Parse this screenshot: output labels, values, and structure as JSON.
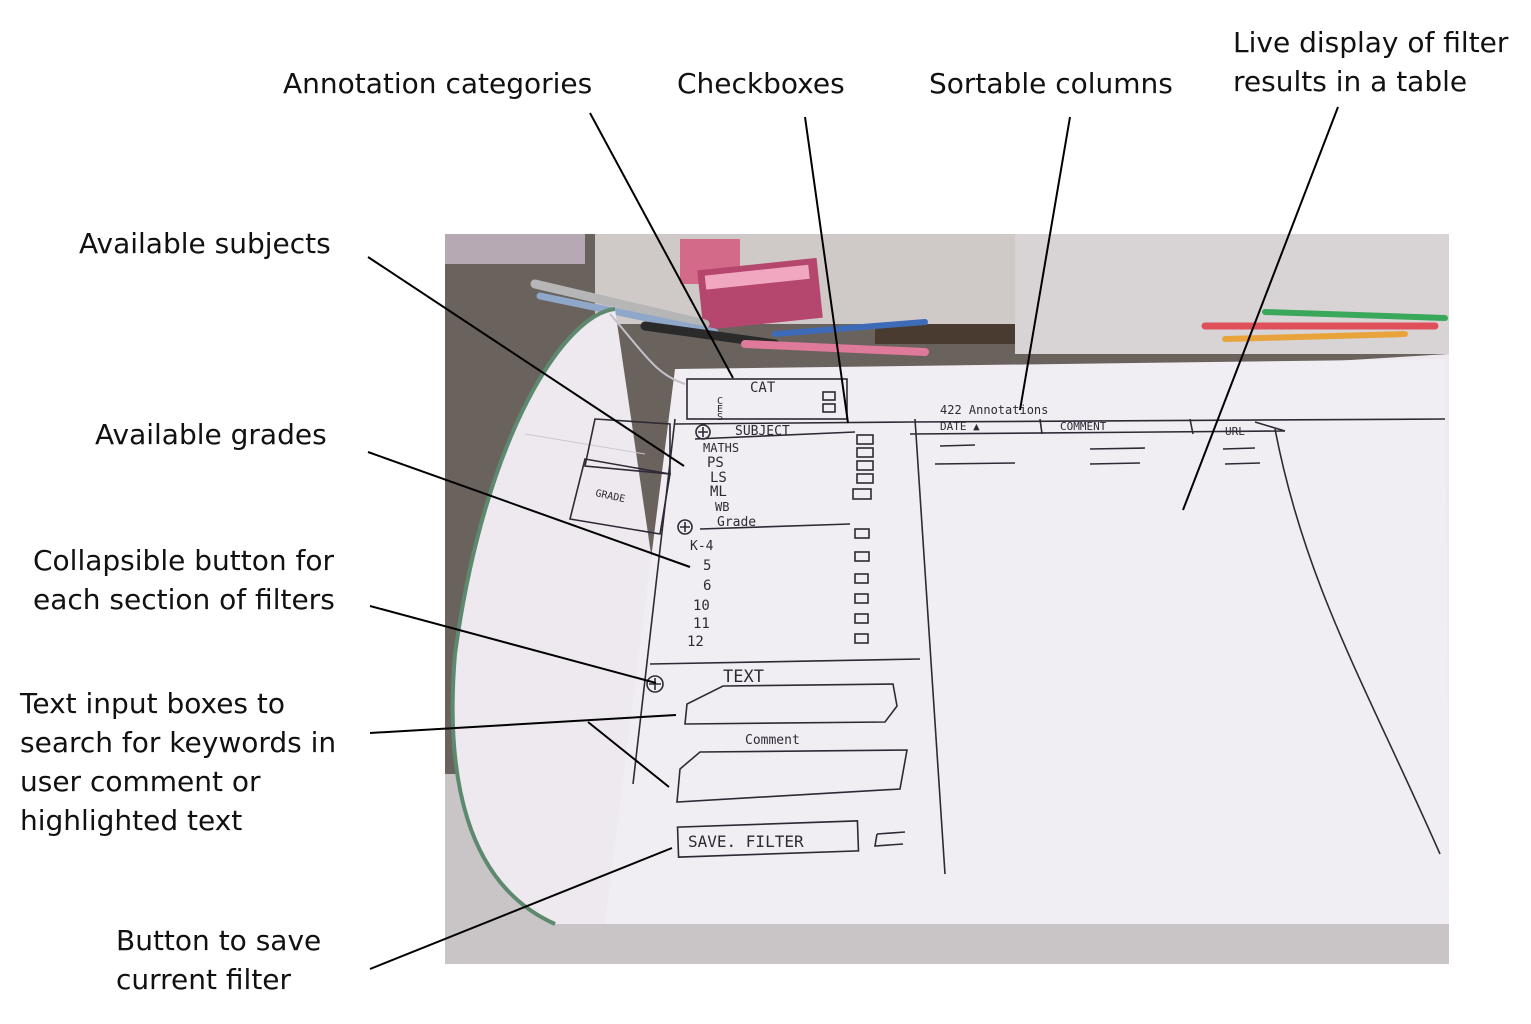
{
  "callouts": {
    "annotation_categories": "Annotation categories",
    "checkboxes": "Checkboxes",
    "sortable_columns": "Sortable columns",
    "live_display": "Live display of filter\nresults in a table",
    "available_subjects": "Available subjects",
    "available_grades": "Available grades",
    "collapsible_button": "Collapsible button for\neach section of filters",
    "text_inputs": "Text input boxes to\nsearch for keywords in\nuser comment or\nhighlighted text",
    "save_button": "Button to save\ncurrent filter"
  },
  "sketch": {
    "cat_heading": "CAT",
    "cat_items": [
      "C",
      "E",
      "S"
    ],
    "subject_heading": "SUBJECT",
    "subjects": [
      "MATHS",
      "PS",
      "LS",
      "ML",
      "WB"
    ],
    "grade_heading": "Grade",
    "grades": [
      "K-4",
      "5",
      "6",
      "10",
      "11",
      "12"
    ],
    "text_heading": "TEXT",
    "comment_heading": "Comment",
    "count_label": "422 Annotations",
    "columns": [
      "DATE ▲",
      "COMMENT",
      "URL"
    ],
    "save_filter": "SAVE. FILTER",
    "side_grade": "GRADE"
  },
  "colors": {
    "paper": "#eee9ef",
    "pencil": "#2e2a35",
    "table": "#5b5552"
  }
}
